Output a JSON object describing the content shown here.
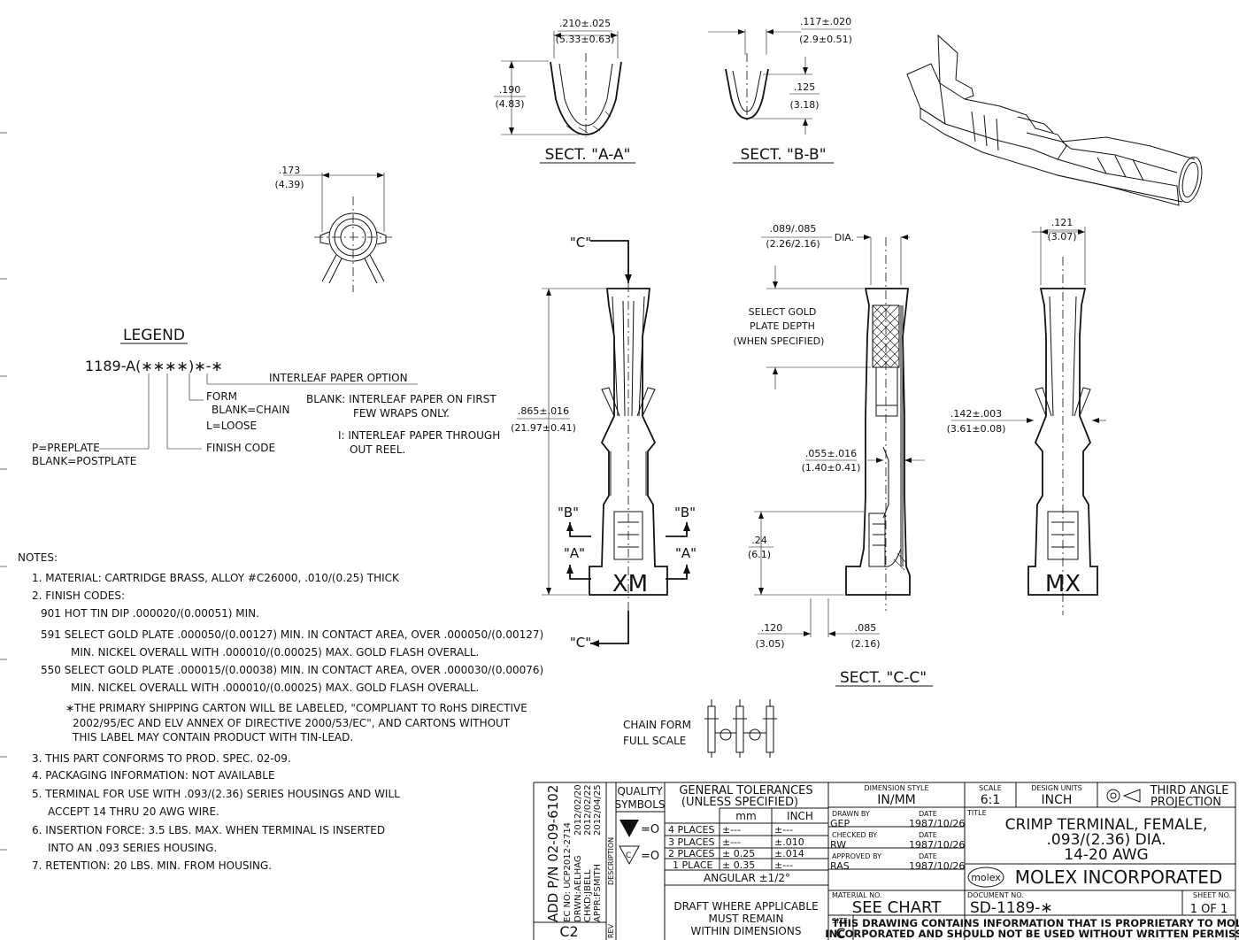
{
  "sections": {
    "aa": {
      "label": "SECT. \"A-A\"",
      "width_in": ".210±.025",
      "width_mm": "(5.33±0.63)",
      "height_in": ".190",
      "height_mm": "(4.83)"
    },
    "bb": {
      "label": "SECT. \"B-B\"",
      "width_in": ".117±.020",
      "width_mm": "(2.9±0.51)",
      "height_in": ".125",
      "height_mm": "(3.18)"
    },
    "cc": {
      "label": "SECT. \"C-C\""
    }
  },
  "end_view": {
    "dim_in": ".173",
    "dim_mm": "(4.39)"
  },
  "front_view": {
    "length_in": ".865±.016",
    "length_mm": "(21.97±0.41)",
    "mark": "XM",
    "cut_c": "\"C\"",
    "cut_b": "\"B\"",
    "cut_a": "\"A\""
  },
  "section_view": {
    "dia_in": ".089/.085",
    "dia_mm": "(2.26/2.16)",
    "dia_suffix": "DIA.",
    "gold_line1": "SELECT GOLD",
    "gold_line2": "PLATE DEPTH",
    "gold_line3": "(WHEN SPECIFIED)",
    "mid_in": ".055±.016",
    "mid_mm": "(1.40±0.41)",
    "lower_in": ".24",
    "lower_mm": "(6.1)",
    "bot1_in": ".120",
    "bot1_mm": "(3.05)",
    "bot2_in": ".085",
    "bot2_mm": "(2.16)"
  },
  "side_view": {
    "top_in": ".121",
    "top_mm": "(3.07)",
    "mid_in": ".142±.003",
    "mid_mm": "(3.61±0.08)",
    "mark": "MX"
  },
  "legend": {
    "title": "LEGEND",
    "part": "1189-A(∗∗∗∗)∗-∗",
    "interleaf": "INTERLEAF PAPER OPTION",
    "form": "FORM",
    "form_blank": "BLANK=CHAIN",
    "form_loose": "L=LOOSE",
    "finish": "FINISH CODE",
    "preplate": "P=PREPLATE",
    "postplate": "BLANK=POSTPLATE",
    "blank_opt1": "BLANK: INTERLEAF PAPER ON FIRST",
    "blank_opt2": "FEW WRAPS ONLY.",
    "i_opt1": "I: INTERLEAF PAPER THROUGH",
    "i_opt2": "OUT REEL."
  },
  "chain": {
    "line1": "CHAIN FORM",
    "line2": "FULL SCALE"
  },
  "notes": {
    "heading": "NOTES:",
    "lines": [
      "1.  MATERIAL: CARTRIDGE BRASS, ALLOY #C26000, .010/(0.25) THICK",
      "2.  FINISH CODES:",
      "901    HOT TIN DIP .000020/(0.00051) MIN.",
      "591    SELECT GOLD PLATE .000050/(0.00127) MIN. IN CONTACT AREA, OVER .000050/(0.00127)",
      "MIN. NICKEL OVERALL WITH .000010/(0.00025) MAX. GOLD FLASH OVERALL.",
      "550   SELECT GOLD PLATE .000015/(0.00038) MIN. IN CONTACT AREA, OVER .000030/(0.00076)",
      "MIN. NICKEL OVERALL WITH .000010/(0.00025) MAX. GOLD FLASH OVERALL.",
      "∗THE PRIMARY SHIPPING CARTON WILL BE LABELED, \"COMPLIANT TO RoHS DIRECTIVE",
      "2002/95/EC AND ELV ANNEX OF DIRECTIVE 2000/53/EC\", AND CARTONS WITHOUT",
      "THIS LABEL MAY CONTAIN PRODUCT WITH TIN-LEAD.",
      "3.  THIS PART CONFORMS TO PROD. SPEC. 02-09.",
      "4.  PACKAGING INFORMATION: NOT AVAILABLE",
      "5.  TERMINAL FOR USE WITH .093/(2.36) SERIES HOUSINGS AND WILL",
      "ACCEPT 14 THRU 20 AWG WIRE.",
      "6.  INSERTION FORCE:  3.5 LBS. MAX. WHEN TERMINAL IS INSERTED",
      "INTO AN .093 SERIES HOUSING.",
      "7.  RETENTION:  20 LBS. MIN. FROM HOUSING."
    ]
  },
  "title_block": {
    "rev_pn": "ADD P/N 02-09-6102",
    "rev_ec": "EC NO: UCP2012-2714",
    "rev_drwn": "DRWN:AELHAG",
    "rev_chkd": "CHKD:JBELL",
    "rev_appr": "APPR:FSMITH",
    "rev_d1": "2012/02/20",
    "rev_d2": "2012/02/22",
    "rev_d3": "2012/04/25",
    "description": "DESCRIPTION",
    "rev_code": "C2",
    "rev_label": "REV",
    "quality1": "QUALITY",
    "quality2": "SYMBOLS",
    "q_eq1": "=O",
    "q_eq2": "=O",
    "gen_tol1": "GENERAL TOLERANCES",
    "gen_tol2": "(UNLESS SPECIFIED)",
    "col_mm": "mm",
    "col_inch": "INCH",
    "tol_rows": [
      {
        "label": "4 PLACES",
        "mm": "±---",
        "inch": "±---"
      },
      {
        "label": "3 PLACES",
        "mm": "±---",
        "inch": "±.010"
      },
      {
        "label": "2 PLACES",
        "mm": "± 0.25",
        "inch": "±.014"
      },
      {
        "label": "1 PLACE",
        "mm": "± 0.35",
        "inch": "±---"
      }
    ],
    "angular": "ANGULAR ±1/2°",
    "draft1": "DRAFT WHERE APPLICABLE",
    "draft2": "MUST REMAIN",
    "draft3": "WITHIN DIMENSIONS",
    "dim_style_label": "DIMENSION STYLE",
    "dim_style": "IN/MM",
    "scale_label": "SCALE",
    "scale": "6:1",
    "design_units_label": "DESIGN UNITS",
    "design_units": "INCH",
    "projection1": "THIRD ANGLE",
    "projection2": "PROJECTION",
    "drawn_by_label": "DRAWN BY",
    "drawn_by": "GEP",
    "checked_by_label": "CHECKED BY",
    "checked_by": "RW",
    "approved_by_label": "APPROVED BY",
    "approved_by": "RAS",
    "date_label": "DATE",
    "drawn_date": "1987/10/26",
    "checked_date": "1987/10/26",
    "approved_date": "1987/10/26",
    "title_label": "TITLE",
    "title1": "CRIMP TERMINAL, FEMALE,",
    "title2": ".093/(2.36) DIA.",
    "title3": "14-20 AWG",
    "logo": "molex",
    "company": "MOLEX INCORPORATED",
    "material_label": "MATERIAL NO.",
    "material": "SEE CHART",
    "document_label": "DOCUMENT NO.",
    "document": "SD-1189-∗",
    "sheet_label": "SHEET NO.",
    "sheet": "1 OF 1",
    "size_label": "SIZE",
    "size": "C",
    "proprietary1": "THIS DRAWING CONTAINS INFORMATION THAT IS PROPRIETARY TO MOLEX",
    "proprietary2": "INCORPORATED AND SHOULD NOT BE USED WITHOUT WRITTEN PERMISSION"
  }
}
